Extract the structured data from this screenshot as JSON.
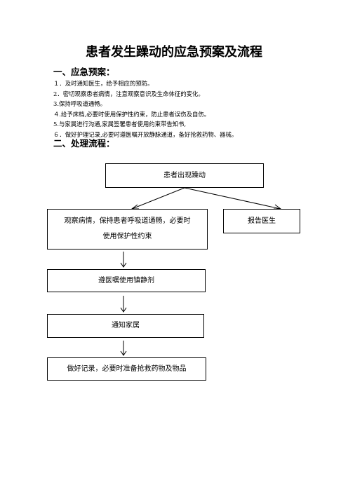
{
  "title": "患者发生躁动的应急预案及流程",
  "section1": {
    "heading": "一、应急预案：",
    "items": [
      "１．及时通知医生，给予相应的预防。",
      "2．密切观察患者病情，注意观察意识及生命体征的变化。",
      "3.保持呼吸道通畅。",
      "４.给予床档,必要时使用保护性约束，防止患者误伤及自伤。",
      "5.与家属进行沟通,家属签署患者使用约束带告知书,",
      "６．做好护理记录,必要时遵医嘱开放静脉通道，备好抢救药物、器械。"
    ]
  },
  "section2": {
    "heading": "二、处理流程："
  },
  "flow": {
    "start": "患者出现躁动",
    "observe_line1": "观察病情，保持患者呼吸道通畅，必要时",
    "observe_line2": "使用保护性约束",
    "report": "报告医生",
    "sedative": "遵医嘱使用镇静剂",
    "notify": "通知家属",
    "record": "做好记录，必要时准备抢救药物及物品"
  }
}
